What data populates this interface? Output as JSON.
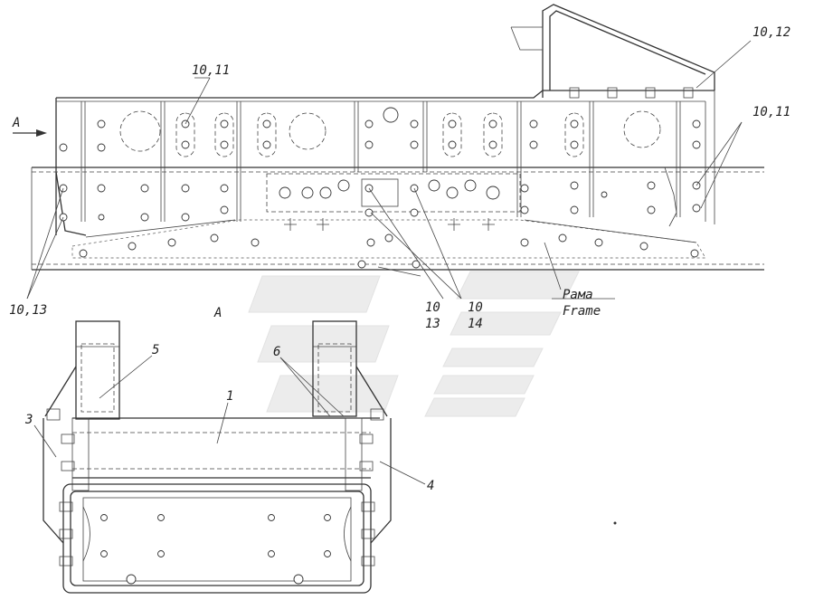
{
  "view_a": {
    "arrow_label": "A",
    "section_label": "A"
  },
  "callouts": {
    "top_left": "10,11",
    "top_right": "10,12",
    "right": "10,11",
    "bottom_left": "10,13",
    "mid_1_a": "10",
    "mid_1_b": "13",
    "mid_2_a": "10",
    "mid_2_b": "14",
    "frame_ru": "Рама",
    "frame_en": "Frame"
  },
  "parts": {
    "p1": "1",
    "p3": "3",
    "p4": "4",
    "p5": "5",
    "p6": "6"
  }
}
